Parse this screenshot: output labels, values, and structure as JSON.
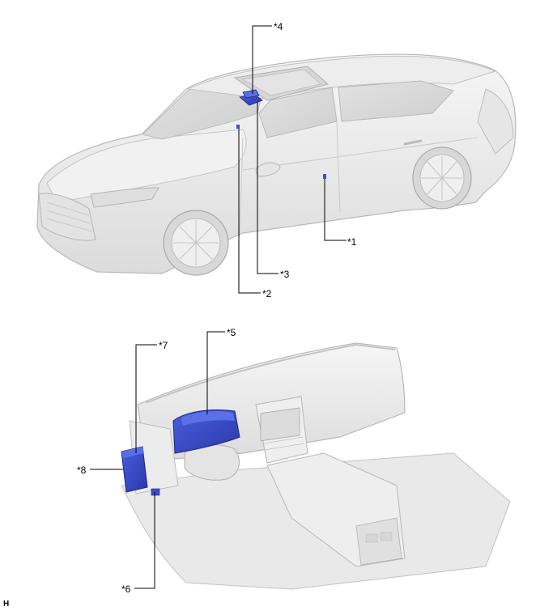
{
  "callouts": {
    "c1": "*1",
    "c2": "*2",
    "c3": "*3",
    "c4": "*4",
    "c5": "*5",
    "c6": "*6",
    "c7": "*7",
    "c8": "*8"
  },
  "corner_label": "H",
  "colors": {
    "component_blue": "#3b4fd0",
    "component_dark": "#2a38a0",
    "body_light": "#eeeeee",
    "body_edge": "#bdbdbd"
  }
}
